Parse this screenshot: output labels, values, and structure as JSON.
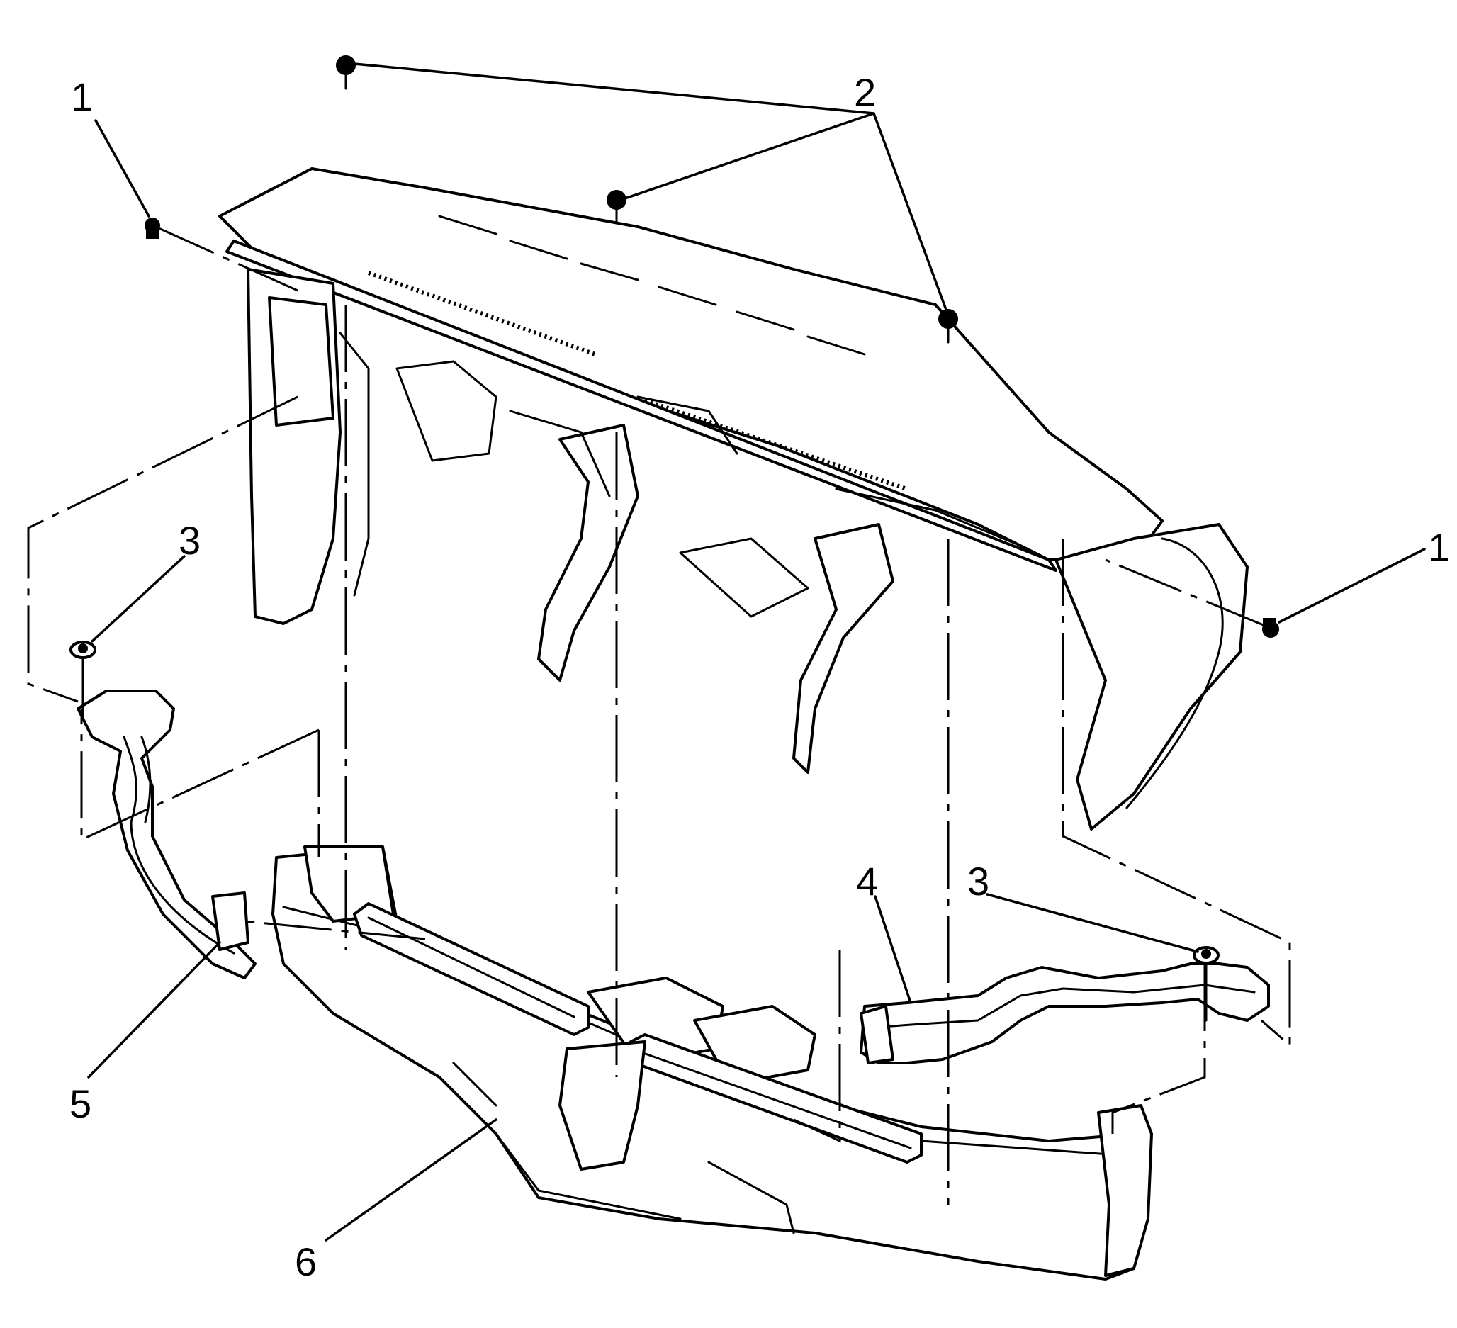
{
  "callouts": {
    "c1_left": "1",
    "c1_right": "1",
    "c2": "2",
    "c3_left": "3",
    "c3_right": "3",
    "c4": "4",
    "c5": "5",
    "c6": "6"
  },
  "colors": {
    "line": "#000000",
    "background": "#ffffff"
  }
}
